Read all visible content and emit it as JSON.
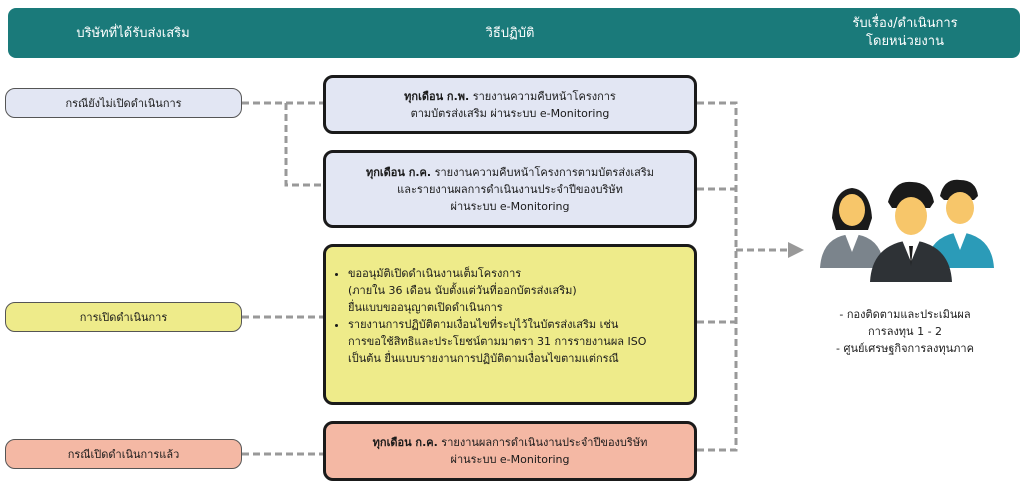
{
  "header": {
    "col1": "บริษัทที่ได้รับส่งเสริม",
    "col2": "วิธีปฏิบัติ",
    "col3_line1": "รับเรื่อง/ดำเนินการ",
    "col3_line2": "โดยหน่วยงาน"
  },
  "left": {
    "case1": "กรณียังไม่เปิดดำเนินการ",
    "case2": "การเปิดดำเนินการ",
    "case3": "กรณีเปิดดำเนินการแล้ว"
  },
  "center": {
    "box1_bold": "ทุกเดือน ก.พ.",
    "box1_line1": " รายงานความคืบหน้าโครงการ",
    "box1_line2": "ตามบัตรส่งเสริม ผ่านระบบ e-Monitoring",
    "box2_bold": "ทุกเดือน ก.ค.",
    "box2_line1": " รายงานความคืบหน้าโครงการตามบัตรส่งเสริม",
    "box2_line2": "และรายงานผลการดำเนินงานประจำปีของบริษัท",
    "box2_line3": "ผ่านระบบ e-Monitoring",
    "box3_item1_line1": "ขออนุมัติเปิดดำเนินงานเต็มโครงการ",
    "box3_item1_line2": "(ภายใน 36 เดือน นับตั้งแต่วันที่ออกบัตรส่งเสริม)",
    "box3_item1_line3": "ยื่นแบบขออนุญาตเปิดดำเนินการ",
    "box3_item2_line1": "รายงานการปฏิบัติตามเงื่อนไขที่ระบุไว้ในบัตรส่งเสริม เช่น",
    "box3_item2_line2": "การขอใช้สิทธิและประโยชน์ตามมาตรา 31 การรายงานผล ISO",
    "box3_item2_line3": "เป็นต้น ยื่นแบบรายงานการปฏิบัติตามเงื่อนไขตามแต่กรณี",
    "box4_bold": "ทุกเดือน ก.ค.",
    "box4_line1": " รายงานผลการดำเนินงานประจำปีของบริษัท",
    "box4_line2": "ผ่านระบบ e-Monitoring"
  },
  "agency": {
    "line1": "- กองติดตามและประเมินผล",
    "line2": "การลงทุน 1 - 2",
    "line3": "- ศูนย์เศรษฐกิจการลงทุนภาค"
  },
  "colors": {
    "header": "#1a7a7a",
    "blue_box": "#e2e6f3",
    "yellow_box": "#eeeb8a",
    "salmon_box": "#f4b8a4",
    "connector": "#999999"
  }
}
